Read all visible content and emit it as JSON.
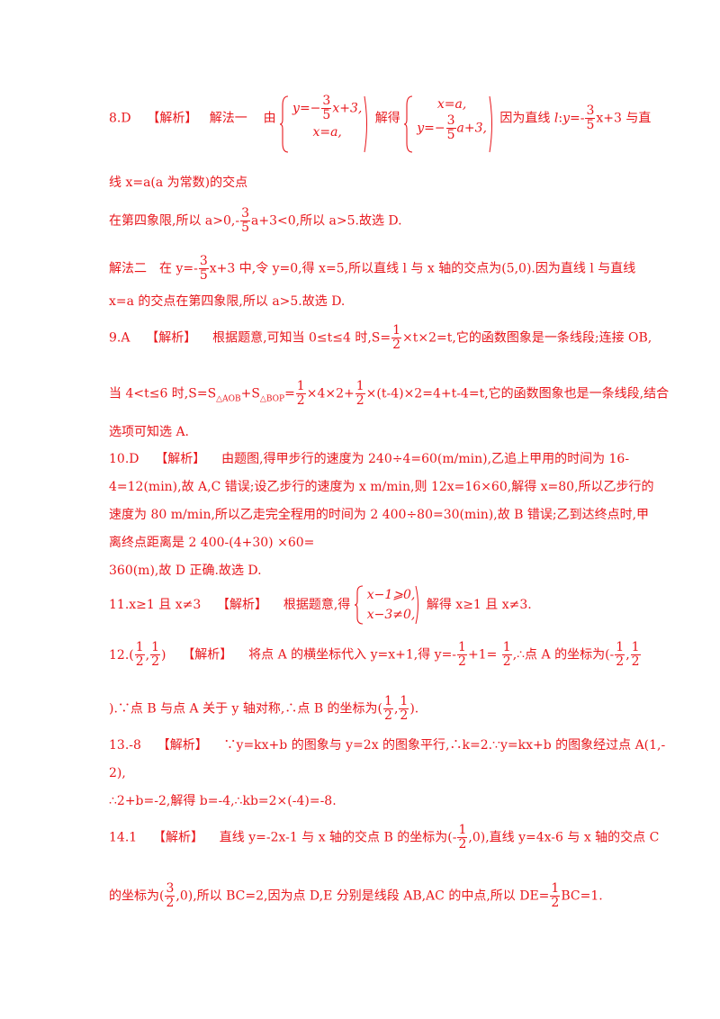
{
  "q8": {
    "head": "8.D",
    "tag": "【解析】",
    "method1": "解法一",
    "you": "由",
    "sys1_row1_a": "y=−",
    "sys1_frac_num": "3",
    "sys1_frac_den": "5",
    "sys1_row1_b": "x+3,",
    "sys1_row2": "x=a,",
    "jiede": "解得",
    "sys2_row1": "x=a,",
    "sys2_row2_a": "y=−",
    "sys2_frac_num": "3",
    "sys2_frac_den": "5",
    "sys2_row2_b": "a+3,",
    "tail1_a": "因为直线",
    "tail1_l": "l",
    "tail1_b": ":",
    "tail1_y": "y",
    "tail1_c": "=-",
    "tail1_num": "3",
    "tail1_den": "5",
    "tail1_d": "x+3 与直",
    "line2": "线 x=a(a 为常数)的交点",
    "line3_a": "在第四象限,所以 a>0,-",
    "line3_num": "3",
    "line3_den": "5",
    "line3_b": "a+3<0,所以 a>5.故选 D.",
    "line4_a": "解法二　在 y=-",
    "line4_num": "3",
    "line4_den": "5",
    "line4_b": "x+3 中,令 y=0,得 x=5,所以直线 l 与 x 轴的交点为(5,0).因为直线 l 与直线",
    "line5": "x=a 的交点在第四象限,所以 a>5.故选 D."
  },
  "q9": {
    "head": "9.A",
    "tag": "【解析】",
    "l1_a": "根据题意,可知当 0≤t≤4 时,S=",
    "l1_num": "1",
    "l1_den": "2",
    "l1_b": "×t×2=t,它的函数图象是一条线段;连接 OB,",
    "l2_a": "当 4<t≤6 时,S=S",
    "l2_sub1": "△AOB",
    "l2_b": "+S",
    "l2_sub2": "△BOP",
    "l2_c": "=",
    "l2_num1": "1",
    "l2_den1": "2",
    "l2_d": "×4×2+",
    "l2_num2": "1",
    "l2_den2": "2",
    "l2_e": "×(t-4)×2=4+t-4=t,它的函数图象也是一条线段,结合",
    "l3": "选项可知选 A."
  },
  "q10": {
    "head": "10.D",
    "tag": "【解析】",
    "l1": "由题图,得甲步行的速度为 240÷4=60(m/min),乙追上甲用的时间为 16-",
    "l2": "4=12(min),故 A,C 错误;设乙步行的速度为 x  m/min,则 12x=16×60,解得 x=80,所以乙步行的",
    "l3": "速度为 80 m/min,所以乙走完全程用的时间为 2 400÷80=30(min),故 B 错误;乙到达终点时,甲",
    "l4": "离终点距离是 2 400-(4+30) ×60=",
    "l5": "360(m),故 D 正确.故选 D."
  },
  "q11": {
    "head": "11.x≥1 且 x≠3",
    "tag": "【解析】",
    "a": "根据题意,得",
    "row1": "x−1⩾0,",
    "row2": "x−3≠0,",
    "b": "解得 x≥1 且 x≠3."
  },
  "q12": {
    "head_a": "12.(",
    "h_num1": "1",
    "h_den1": "2",
    "head_b": ",",
    "h_num2": "1",
    "h_den2": "2",
    "head_c": ")",
    "tag": "【解析】",
    "a": "将点 A 的横坐标代入 y=x+1,得 y=-",
    "n1": "1",
    "d1": "2",
    "b": "+1=",
    "n2": "1",
    "d2": "2",
    "c": ",∴点 A 的坐标为(-",
    "n3": "1",
    "d3": "2",
    "d": ",",
    "n4": "1",
    "d4": "2",
    "l2_a": ").∵点 B 与点 A 关于 y 轴对称,∴点 B 的坐标为(",
    "l2_n1": "1",
    "l2_d1": "2",
    "l2_b": ",",
    "l2_n2": "1",
    "l2_d2": "2",
    "l2_c": ")."
  },
  "q13": {
    "head": "13.-8",
    "tag": "【解析】",
    "l1": "∵y=kx+b 的图象与 y=2x 的图象平行,∴k=2.∵y=kx+b 的图象经过点 A(1,-",
    "l2": "2),",
    "l3": "∴2+b=-2,解得 b=-4,∴kb=2×(-4)=-8."
  },
  "q14": {
    "head": "14.1",
    "tag": "【解析】",
    "l1_a": "直线 y=-2x-1 与 x 轴的交点 B 的坐标为(-",
    "l1_num": "1",
    "l1_den": "2",
    "l1_b": ",0),直线 y=4x-6 与 x 轴的交点 C",
    "l2_a": "的坐标为(",
    "l2_num": "3",
    "l2_den": "2",
    "l2_b": ",0),所以 BC=2,因为点 D,E 分别是线段 AB,AC 的中点,所以 DE=",
    "l2_num2": "1",
    "l2_den2": "2",
    "l2_c": "BC=1."
  }
}
